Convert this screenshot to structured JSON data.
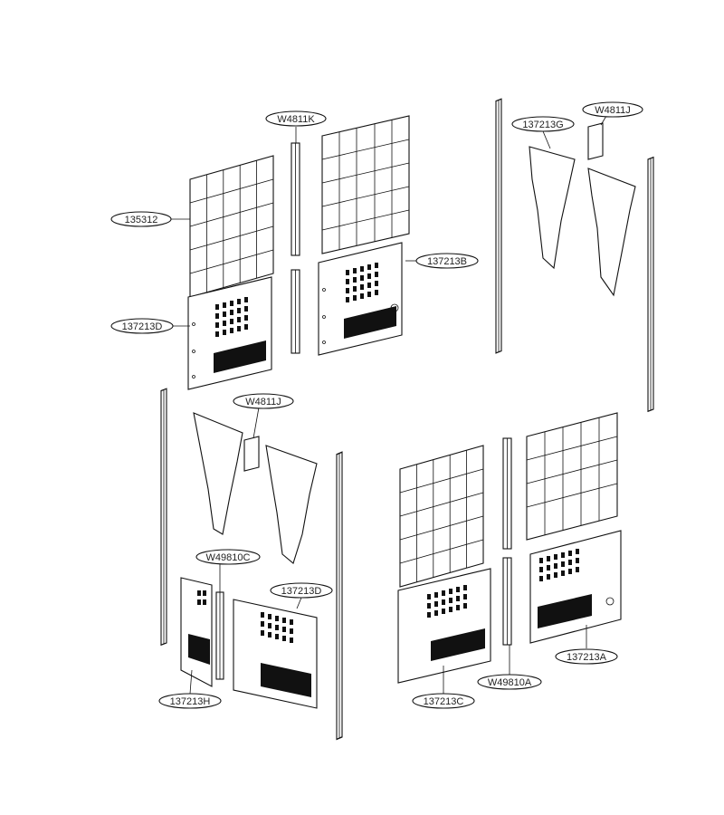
{
  "diagram": {
    "colors": {
      "line": "#111111",
      "background": "#ffffff"
    },
    "labels": {
      "l_135312": "135312",
      "l_w4811k": "W4811K",
      "l_137213b": "137213B",
      "l_137213d_top": "137213D",
      "l_137213g": "137213G",
      "l_w4811j_top": "W4811J",
      "l_w4811j_mid": "W4811J",
      "l_w49810c": "W49810C",
      "l_137213d_mid": "137213D",
      "l_137213h": "137213H",
      "l_137213c": "137213C",
      "l_w49810a": "W49810A",
      "l_137213a": "137213A"
    }
  }
}
